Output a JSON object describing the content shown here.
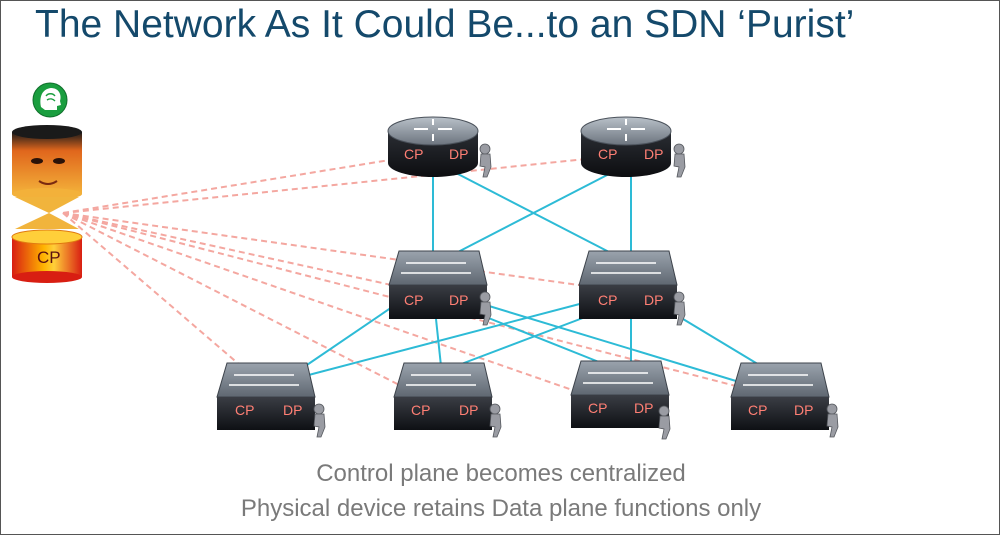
{
  "title": "The Network As It Could Be...to an SDN ‘Purist’",
  "caption": {
    "line1": "Control plane becomes centralized",
    "line2": "Physical device retains Data plane functions only"
  },
  "labels": {
    "cp": "CP",
    "dp": "DP"
  },
  "controller": {
    "label": "CP",
    "icon": "brain-icon",
    "color": "#e8a200"
  },
  "colors": {
    "control_link": "#f4a7a0",
    "data_link": "#2dbbd6",
    "device_label": "#ff7f74",
    "title": "#14496b",
    "badge": "#1a9e3f"
  }
}
